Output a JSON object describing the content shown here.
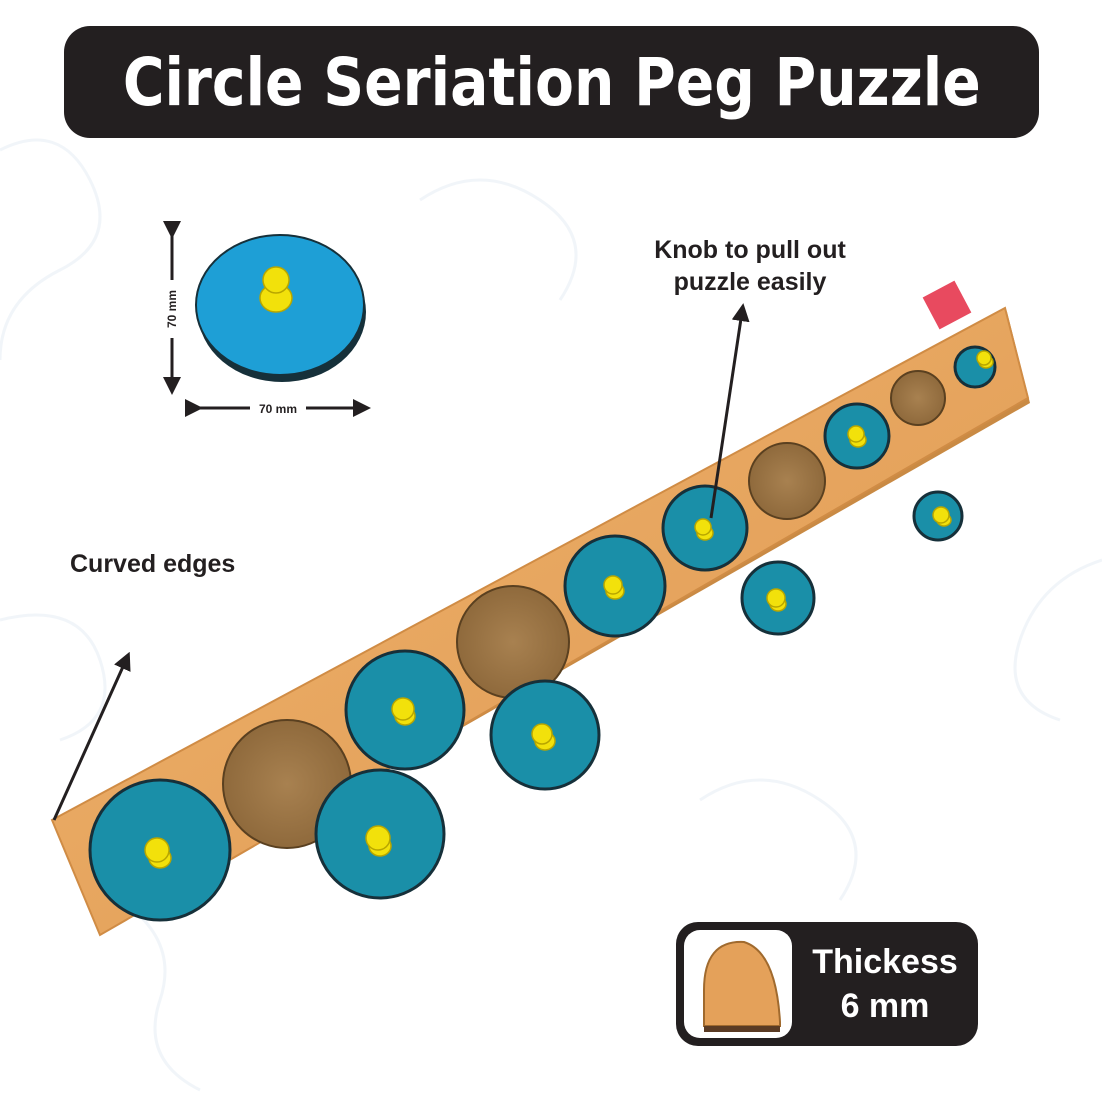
{
  "title": "Circle Seriation Peg Puzzle",
  "annotations": {
    "knob_line1": "Knob to pull out",
    "knob_line2": "puzzle easily",
    "curved_edges": "Curved edges"
  },
  "dimensions": {
    "height_label": "70 mm",
    "width_label": "70 mm"
  },
  "thickness": {
    "line1": "Thickess",
    "line2": "6 mm"
  },
  "colors": {
    "wood": "#e4a15a",
    "wood_dark": "#c98a44",
    "hole": "#9a7446",
    "disc_teal": "#1a8fa8",
    "disc_blue": "#1e9fd6",
    "knob": "#f2e10b",
    "dark": "#231f20"
  },
  "icons": [
    "knob-icon",
    "arrow-icon",
    "wood-profile-icon",
    "brand-logo-icon"
  ]
}
